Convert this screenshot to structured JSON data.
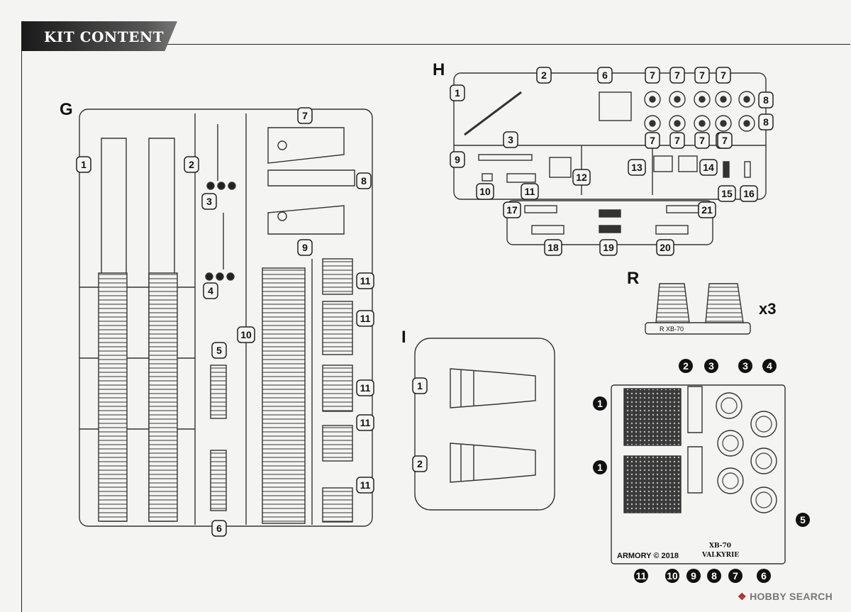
{
  "header": {
    "title": "KIT CONTENT"
  },
  "watermark": {
    "brand_mark": "❖",
    "text": "HOBBY SEARCH"
  },
  "sprue_g": {
    "letter": "G",
    "parts": [
      "1",
      "2",
      "3",
      "4",
      "5",
      "6",
      "7",
      "8",
      "9",
      "10",
      "11",
      "11",
      "11",
      "11",
      "11"
    ]
  },
  "sprue_h": {
    "letter": "H",
    "parts": [
      "1",
      "2",
      "3",
      "6",
      "7",
      "7",
      "7",
      "7",
      "8",
      "8",
      "7",
      "7",
      "7",
      "7",
      "9",
      "10",
      "11",
      "12",
      "13",
      "14",
      "7",
      "15",
      "16",
      "17",
      "18",
      "19",
      "20",
      "21"
    ]
  },
  "sprue_i": {
    "letter": "I",
    "parts": [
      "1",
      "2"
    ]
  },
  "sprue_r": {
    "letter": "R",
    "quantity": "x3",
    "engraving": "R   XB-70"
  },
  "photo_etch": {
    "parts": [
      "1",
      "1",
      "2",
      "3",
      "3",
      "4",
      "5",
      "6",
      "7",
      "8",
      "9",
      "10",
      "11"
    ],
    "engraving_brand": "ARMORY © 2018",
    "engraving_model_line1": "XB-70",
    "engraving_model_line2": "VALKYRIE"
  }
}
